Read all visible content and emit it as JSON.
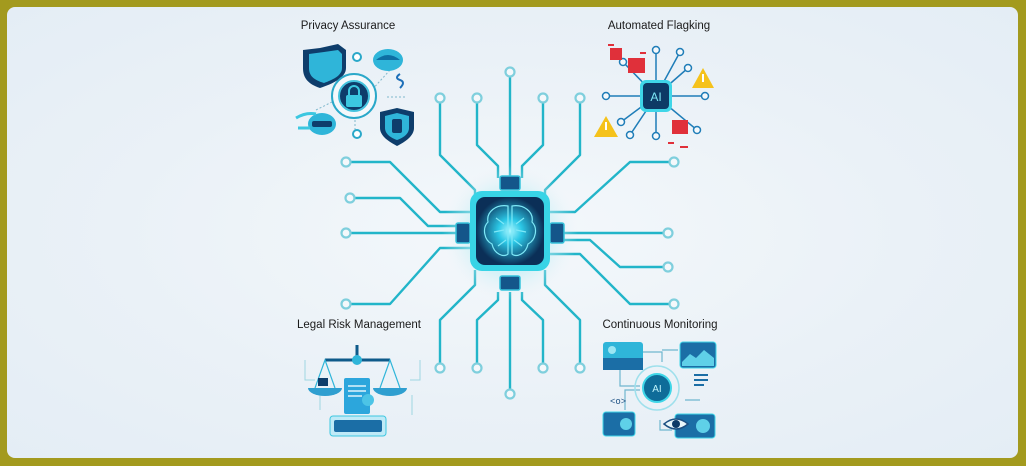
{
  "diagram": {
    "center": {
      "label": "AI brain chip",
      "icon": "brain-chip-icon"
    },
    "quadrants": [
      {
        "id": "privacy",
        "title": "Privacy Assurance",
        "icon": "privacy-shield-lock-icon"
      },
      {
        "id": "flagging",
        "title": "Automated Flagking",
        "icon": "ai-alert-network-icon",
        "badge": "AI"
      },
      {
        "id": "legal",
        "title": "Legal Risk Management",
        "icon": "scales-document-icon"
      },
      {
        "id": "monitoring",
        "title": "Continuous Monitoring",
        "icon": "ai-dashboard-eye-icon",
        "badge": "AI"
      }
    ]
  },
  "colors": {
    "frame_border": "#a39a1e",
    "background": "#eaf1f7",
    "trace": "#22b5c9",
    "trace_light": "#8fd3df",
    "chip_dark": "#0d3a66",
    "chip_glow": "#3fe0f0",
    "alert_red": "#e0303a",
    "warning_yellow": "#f5c21b"
  }
}
